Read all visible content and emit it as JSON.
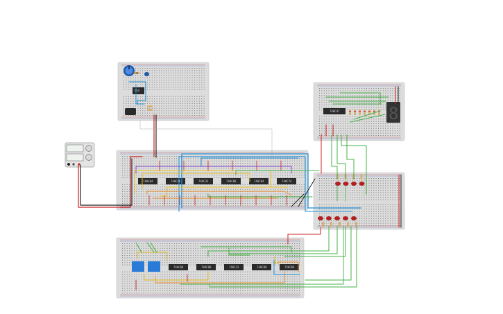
{
  "canvas": {
    "background": "#ffffff"
  },
  "colors": {
    "board": "#dcdcdc",
    "rail_red": "#d33a3a",
    "rail_blue": "#4a6fd0",
    "wire_blue": "#1e90d8",
    "wire_green": "#44b044",
    "wire_yellow": "#e8c020",
    "wire_orange": "#f0922a",
    "wire_purple": "#8a4ad0",
    "wire_red": "#cc2222",
    "wire_black": "#222222",
    "chip": "#2a2a2a",
    "led": "#b02020",
    "seven_segment": "#333333",
    "dip_switch": "#2a7ad8",
    "psu": "#e4e4e4"
  },
  "chips": {
    "timer": "555",
    "logic_row": [
      "74HC04",
      "74HC08",
      "74HC32",
      "74HC08",
      "74HC04",
      "74HC74"
    ],
    "bottom_row": [
      "74HC04",
      "74HC08",
      "74HC32",
      "74HC08",
      "74HC04"
    ],
    "decoder": "74HC47"
  },
  "components": {
    "power_supply": "power-supply-icon",
    "potentiometer": "potentiometer-icon",
    "seven_segment_display": "seven-segment-display-icon",
    "dip_switches": "dip-switch-icon",
    "leds": "led-icon"
  },
  "seven_segment_digit": "8",
  "led_counts": {
    "upper_row": 4,
    "lower_row": 5
  }
}
